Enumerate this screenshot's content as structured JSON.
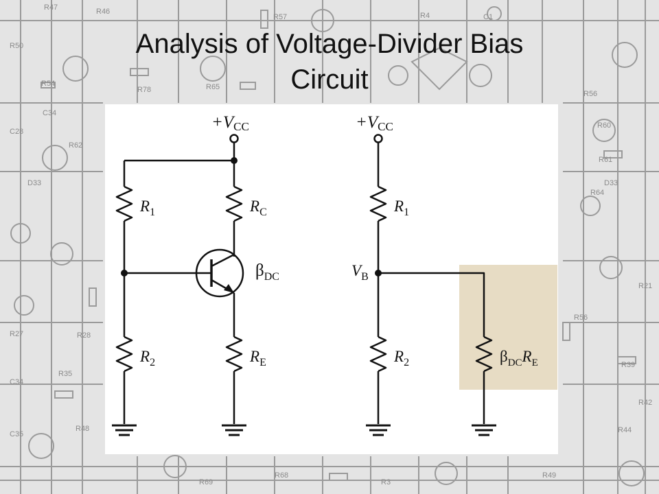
{
  "slide": {
    "title_line1": "Analysis of Voltage-Divider Bias",
    "title_line2": "Circuit"
  },
  "left_circuit": {
    "supply_prefix": "+V",
    "supply_sub": "CC",
    "r1": "R",
    "r1_sub": "1",
    "rc": "R",
    "rc_sub": "C",
    "r2": "R",
    "r2_sub": "2",
    "re": "R",
    "re_sub": "E",
    "beta": "β",
    "beta_sub": "DC"
  },
  "right_circuit": {
    "supply_prefix": "+V",
    "supply_sub": "CC",
    "r1": "R",
    "r1_sub": "1",
    "r2": "R",
    "r2_sub": "2",
    "vb": "V",
    "vb_sub": "B",
    "load_beta": "β",
    "load_beta_sub": "DC",
    "load_r": "R",
    "load_r_sub": "E"
  },
  "colors": {
    "highlight": "#e7dcc4",
    "wire": "#111111",
    "background_schematic": "#9a9a9a"
  }
}
